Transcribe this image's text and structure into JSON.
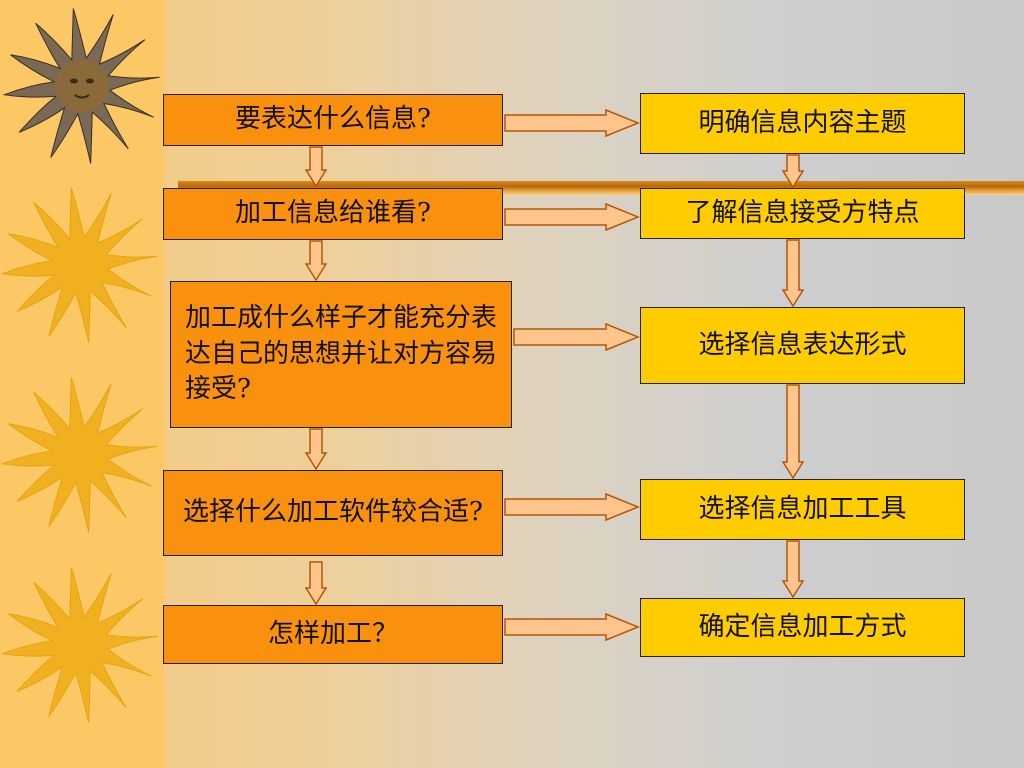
{
  "questions": [
    "要表达什么信息?",
    "加工信息给谁看?",
    "加工成什么样子才能充分表达自己的思想并让对方容易接受?",
    "选择什么加工软件较合适?",
    "怎样加工？"
  ],
  "answers": [
    "明确信息内容主题",
    "了解信息接受方特点",
    "选择信息表达形式",
    "选择信息加工工具",
    "确定信息加工方式"
  ],
  "colors": {
    "question_fill": "#f9910f",
    "answer_fill": "#ffcc00",
    "arrow_fill": "#ffc58c",
    "arrow_stroke": "#b4560a"
  },
  "icons": [
    "sun-face-icon",
    "sun-icon",
    "sun-icon",
    "sun-icon"
  ]
}
